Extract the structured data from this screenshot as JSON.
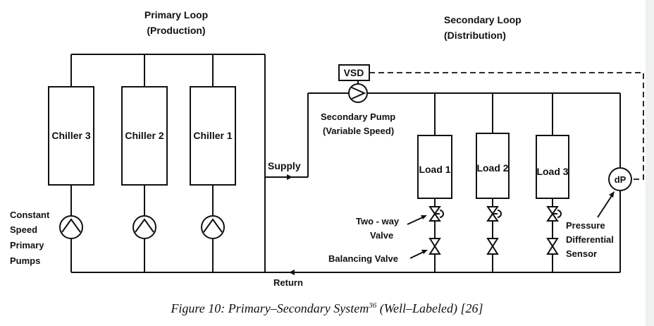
{
  "primary_loop": {
    "title": "Primary Loop",
    "subtitle": "(Production)"
  },
  "secondary_loop": {
    "title": "Secondary Loop",
    "subtitle": "(Distribution)"
  },
  "chillers": [
    "Chiller 3",
    "Chiller 2",
    "Chiller 1"
  ],
  "loads": [
    "Load 1",
    "Load 2",
    "Load 3"
  ],
  "vsd_label": "VSD",
  "sensor_label": "dP",
  "secondary_pump": {
    "line1": "Secondary Pump",
    "line2": "(Variable Speed)"
  },
  "primary_pumps": [
    "Constant",
    "Speed",
    "Primary",
    "Pumps"
  ],
  "two_way_valve": {
    "line1": "Two - way",
    "line2": "Valve"
  },
  "balancing_valve": "Balancing Valve",
  "pressure_sensor": [
    "Pressure",
    "Differential",
    "Sensor"
  ],
  "supply_label": "Supply",
  "return_label": "Return",
  "caption": {
    "main": "Figure 10: Primary–Secondary System",
    "superscript": "36",
    "rest": " (Well–Labeled) [26]"
  }
}
